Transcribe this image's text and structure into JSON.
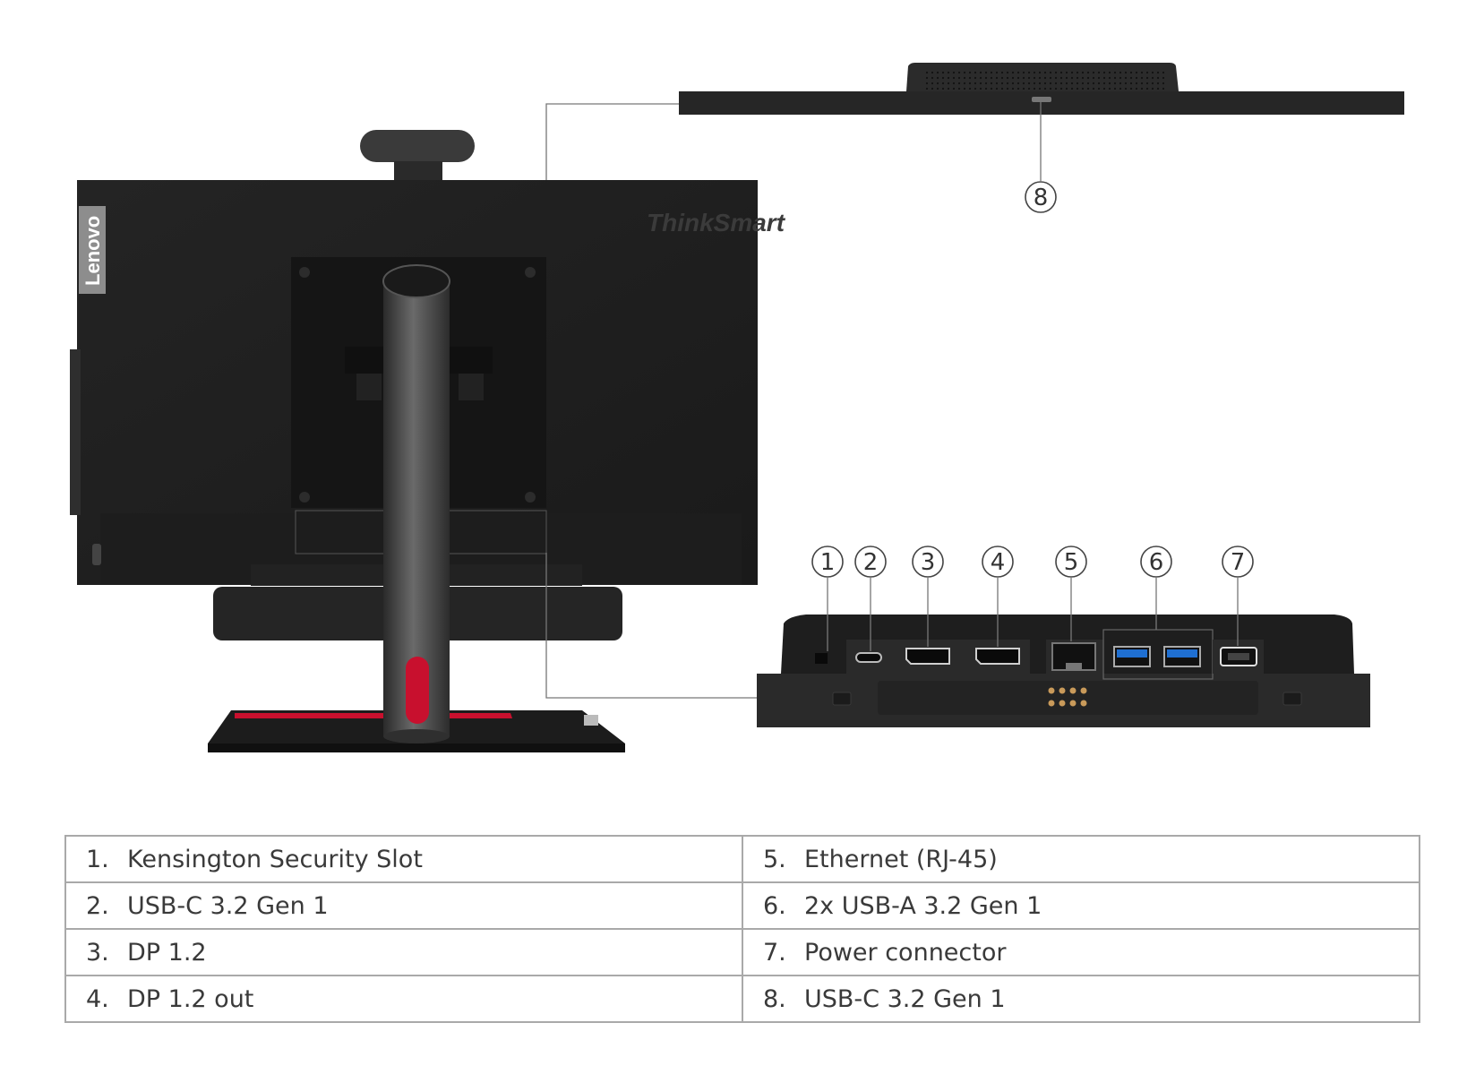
{
  "device": {
    "side_logo": "Lenovo",
    "back_logo": "ThinkSmart"
  },
  "callouts": [
    "1",
    "2",
    "3",
    "4",
    "5",
    "6",
    "7",
    "8"
  ],
  "ports_table": {
    "rows": [
      [
        {
          "num": "1.",
          "label": "Kensington Security Slot"
        },
        {
          "num": "5.",
          "label": "Ethernet (RJ-45)"
        }
      ],
      [
        {
          "num": "2.",
          "label": "USB-C 3.2 Gen 1"
        },
        {
          "num": "6.",
          "label": "2x USB-A 3.2 Gen 1"
        }
      ],
      [
        {
          "num": "3.",
          "label": "DP 1.2"
        },
        {
          "num": "7.",
          "label": "Power connector"
        }
      ],
      [
        {
          "num": "4.",
          "label": "DP 1.2 out"
        },
        {
          "num": "8.",
          "label": "USB-C 3.2 Gen 1"
        }
      ]
    ]
  },
  "colors": {
    "body": "#1f1f1f",
    "stand": "#4a4a4a",
    "accent_red": "#c8102e",
    "usb_a_blue": "#1f6fd1"
  }
}
